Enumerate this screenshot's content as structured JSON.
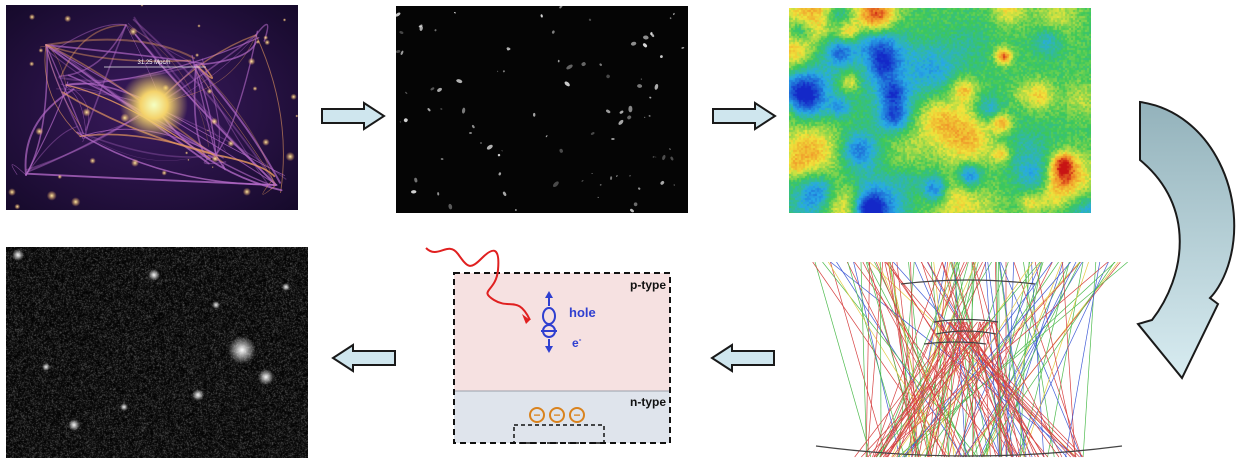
{
  "panels": {
    "cosmic_web": {
      "scale_label": "31.25 Mpc/h"
    },
    "detector": {
      "p_type_label": "p-type",
      "n_type_label": "n-type",
      "hole_label": "hole",
      "electron_label": "e",
      "electron_superscript": "-",
      "charge_symbol": "−"
    }
  },
  "colors": {
    "arrow_fill": "#cfe6ee",
    "arrow_stroke": "#1a1a1a",
    "big_arrow_top": "#93b2bb",
    "big_arrow_bottom": "#d8ecf1",
    "p_region": "#f6e1e1",
    "n_region": "#dfe4ec",
    "label_blue": "#2f3fd0",
    "photon_red": "#e02020",
    "charge_orange": "#d9831f"
  }
}
